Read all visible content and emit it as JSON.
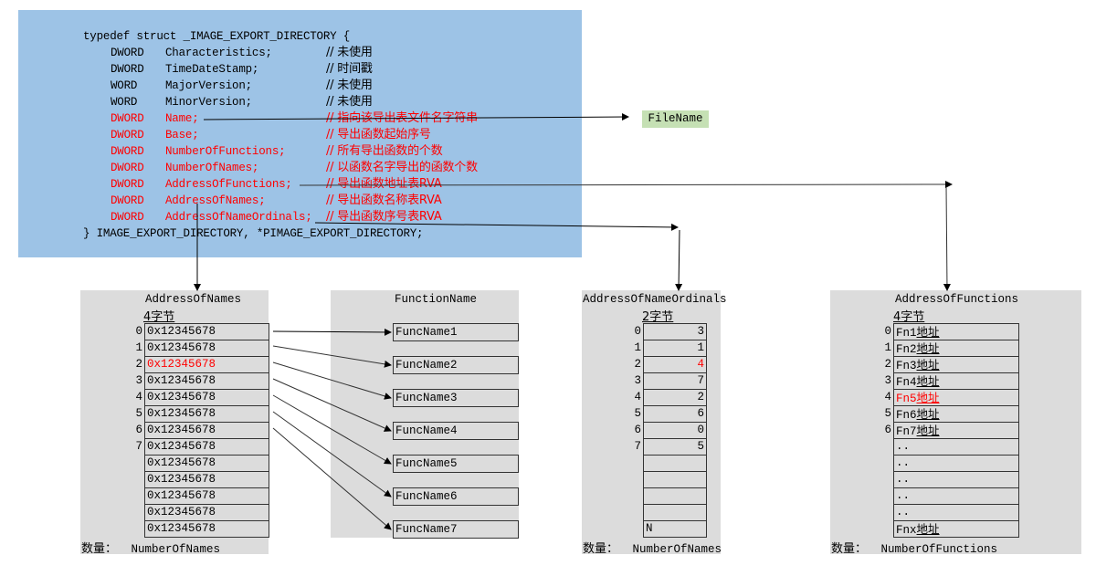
{
  "struct": {
    "header": "typedef struct _IMAGE_EXPORT_DIRECTORY {",
    "fields": [
      {
        "type": "DWORD",
        "name": "Characteristics;",
        "comment": "// 未使用",
        "highlight": false
      },
      {
        "type": "DWORD",
        "name": "TimeDateStamp;",
        "comment": "// 时间戳",
        "highlight": false
      },
      {
        "type": "WORD",
        "name": "MajorVersion;",
        "comment": "// 未使用",
        "highlight": false
      },
      {
        "type": "WORD",
        "name": "MinorVersion;",
        "comment": "// 未使用",
        "highlight": false
      },
      {
        "type": "DWORD",
        "name": "Name;",
        "comment": "// 指向该导出表文件名字符串",
        "highlight": true
      },
      {
        "type": "DWORD",
        "name": "Base;",
        "comment": "// 导出函数起始序号",
        "highlight": true
      },
      {
        "type": "DWORD",
        "name": "NumberOfFunctions;",
        "comment": "// 所有导出函数的个数",
        "highlight": true
      },
      {
        "type": "DWORD",
        "name": "NumberOfNames;",
        "comment": "// 以函数名字导出的函数个数",
        "highlight": true
      },
      {
        "type": "DWORD",
        "name": "AddressOfFunctions;",
        "comment": "// 导出函数地址表RVA",
        "highlight": true
      },
      {
        "type": "DWORD",
        "name": "AddressOfNames;",
        "comment": "// 导出函数名称表RVA",
        "highlight": true
      },
      {
        "type": "DWORD",
        "name": "AddressOfNameOrdinals;",
        "comment": "// 导出函数序号表RVA",
        "highlight": true
      }
    ],
    "footer": "} IMAGE_EXPORT_DIRECTORY, *PIMAGE_EXPORT_DIRECTORY;"
  },
  "filename_box": "FileName",
  "address_of_names": {
    "title": "AddressOfNames",
    "subtitle": "4字节",
    "indices": [
      "0",
      "1",
      "2",
      "3",
      "4",
      "5",
      "6",
      "7",
      "",
      "",
      "",
      "",
      ""
    ],
    "values": [
      "0x12345678",
      "0x12345678",
      "0x12345678",
      "0x12345678",
      "0x12345678",
      "0x12345678",
      "0x12345678",
      "0x12345678",
      "0x12345678",
      "0x12345678",
      "0x12345678",
      "0x12345678",
      "0x12345678"
    ],
    "highlight_index": 2,
    "footer_label": "数量：",
    "footer_value": "NumberOfNames"
  },
  "function_name": {
    "title": "FunctionName",
    "items": [
      "FuncName1",
      "FuncName2",
      "FuncName3",
      "FuncName4",
      "FuncName5",
      "FuncName6",
      "FuncName7"
    ]
  },
  "address_of_name_ordinals": {
    "title": "AddressOfNameOrdinals",
    "subtitle": "2字节",
    "indices": [
      "0",
      "1",
      "2",
      "3",
      "4",
      "5",
      "6",
      "7",
      "",
      "",
      "",
      "",
      ""
    ],
    "values": [
      "3",
      "1",
      "4",
      "7",
      "2",
      "6",
      "0",
      "5",
      "",
      "",
      "",
      "",
      "N"
    ],
    "highlight_index": 2,
    "footer_label": "数量：",
    "footer_value": "NumberOfNames"
  },
  "address_of_functions": {
    "title": "AddressOfFunctions",
    "subtitle": "4字节",
    "indices": [
      "0",
      "1",
      "2",
      "3",
      "4",
      "5",
      "6",
      "",
      "",
      "",
      "",
      "",
      ""
    ],
    "values": [
      "Fn1地址",
      "Fn2地址",
      "Fn3地址",
      "Fn4地址",
      "Fn5地址",
      "Fn6地址",
      "Fn7地址",
      "..",
      "..",
      "..",
      "..",
      "..",
      "Fnx地址"
    ],
    "highlight_index": 4,
    "footer_label": "数量：",
    "footer_value": "NumberOfFunctions"
  },
  "colors": {
    "struct_bg": "#9dc3e6",
    "highlight": "#ff0000",
    "panel_bg": "#dcdcdc",
    "filename_bg": "#c5e0b4"
  }
}
